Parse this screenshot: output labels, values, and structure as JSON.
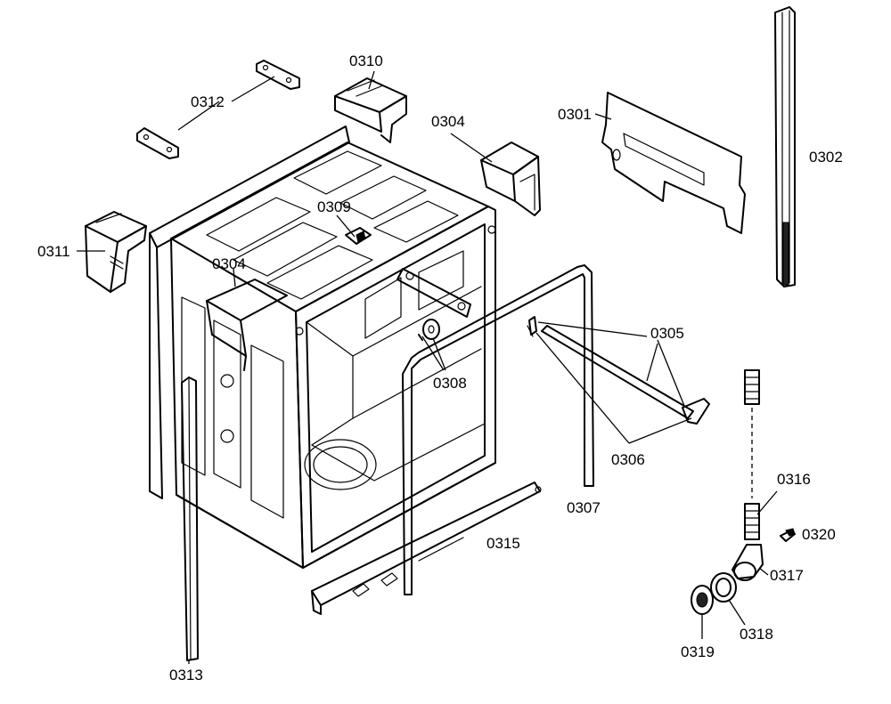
{
  "callouts": {
    "c0301": "0301",
    "c0302": "0302",
    "c0304a": "0304",
    "c0304b": "0304",
    "c0305": "0305",
    "c0306": "0306",
    "c0307": "0307",
    "c0308": "0308",
    "c0309": "0309",
    "c0310": "0310",
    "c0311": "0311",
    "c0312": "0312",
    "c0313": "0313",
    "c0315": "0315",
    "c0316": "0316",
    "c0317": "0317",
    "c0318": "0318",
    "c0319": "0319",
    "c0320": "0320"
  }
}
